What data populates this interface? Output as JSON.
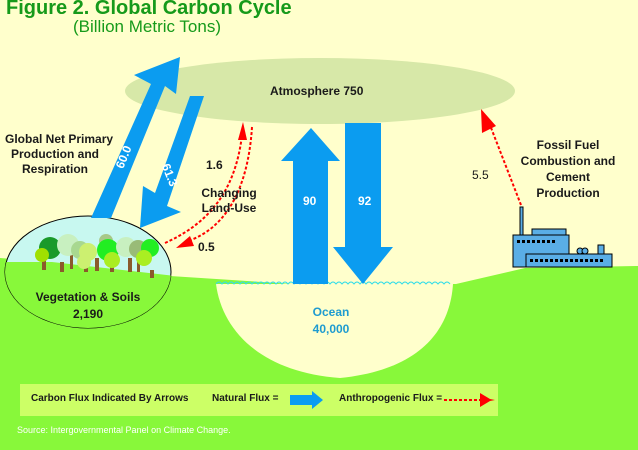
{
  "figure": {
    "title": "Figure 2. Global Carbon Cycle",
    "subtitle": "(Billion Metric Tons)"
  },
  "reservoirs": {
    "atmosphere": "Atmosphere 750",
    "vegetation_name": "Vegetation & Soils",
    "vegetation_value": "2,190",
    "ocean_name": "Ocean",
    "ocean_value": "40,000"
  },
  "processes": {
    "npp_line1": "Global Net Primary",
    "npp_line2": "Production and",
    "npp_line3": "Respiration",
    "landuse_line1": "Changing",
    "landuse_line2": "Land-Use",
    "fossil_line1": "Fossil Fuel",
    "fossil_line2": "Combustion and",
    "fossil_line3": "Cement",
    "fossil_line4": "Production"
  },
  "fluxes": {
    "land_to_atm": "60.0",
    "atm_to_land": "61.3",
    "landuse_up": "1.6",
    "landuse_down": "0.5",
    "ocean_up": "90",
    "ocean_down": "92",
    "fossil": "5.5"
  },
  "legend": {
    "caption": "Carbon Flux Indicated By Arrows",
    "natural": "Natural Flux =",
    "anthropogenic": "Anthropogenic Flux ="
  },
  "source": "Source:  Intergovernmental Panel on Climate Change.",
  "colors": {
    "background": "#ffffcc",
    "title": "#169a1a",
    "ground": "#88f83a",
    "atmosphere": "#d7e8a8",
    "natural_flux": "#0b9cf0",
    "anthropogenic_flux": "#ff0000",
    "water_line": "#33dde8",
    "factory": "#5aaee6",
    "legend_bg": "#ccff66"
  }
}
